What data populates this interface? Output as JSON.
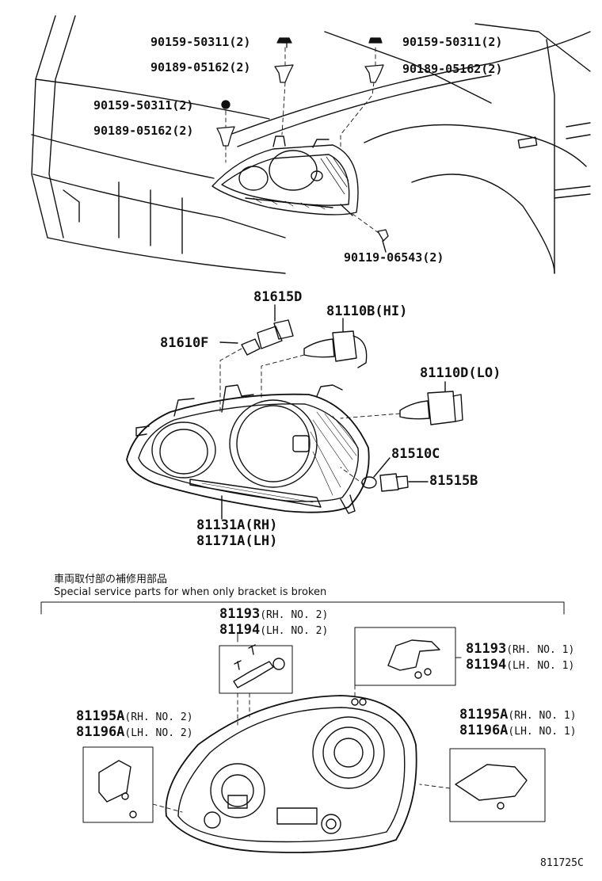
{
  "top_labels": [
    "90159-50311(2)",
    "90189-05162(2)",
    "90159-50311(2)",
    "90189-05162(2)",
    "90159-50311(2)",
    "90189-05162(2)",
    "90119-06543(2)"
  ],
  "part_labels": {
    "socket_small": "81615D",
    "bulb_small": "81610F",
    "bulb_hi_no": "81110B",
    "bulb_hi_tag": "(HI)",
    "bulb_lo_no": "81110D",
    "bulb_lo_tag": "(LO)",
    "bulb_side": "81510C",
    "socket_side": "81515B",
    "headlamp_rh": "81131A(RH)",
    "headlamp_lh": "81171A(LH)"
  },
  "note_jp": "車両取付部の補修用部品",
  "note_en": "Special service parts for when only bracket is broken",
  "bracket_labels": [
    {
      "no1": "81193",
      "side1": "(RH. NO. 2)",
      "no2": "81194",
      "side2": "(LH. NO. 2)"
    },
    {
      "no1": "81193",
      "side1": "(RH. NO. 1)",
      "no2": "81194",
      "side2": "(LH. NO. 1)"
    },
    {
      "no1": "81195A",
      "side1": "(RH. NO. 2)",
      "no2": "81196A",
      "side2": "(LH. NO. 2)"
    },
    {
      "no1": "81195A",
      "side1": "(RH. NO. 1)",
      "no2": "81196A",
      "side2": "(LH. NO. 1)"
    }
  ],
  "figure_code": "811725C"
}
